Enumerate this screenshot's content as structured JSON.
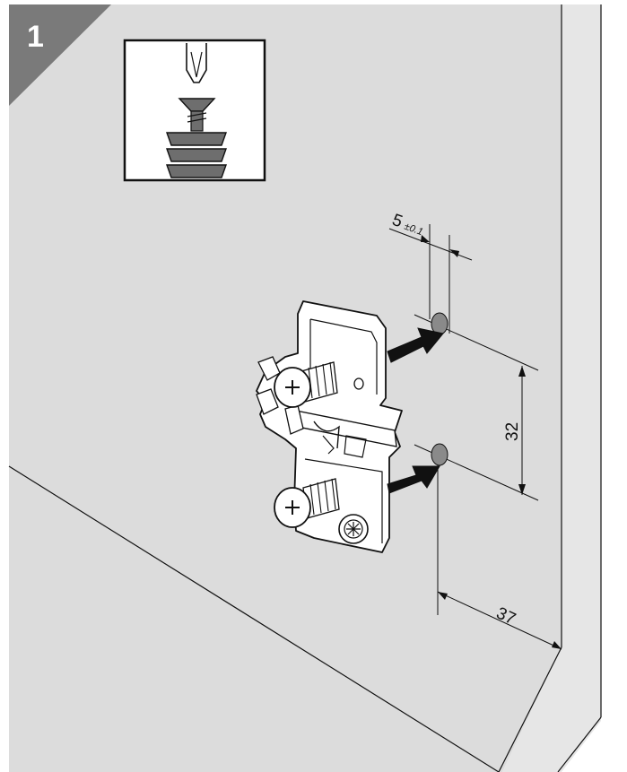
{
  "step": {
    "number": "1"
  },
  "dimensions": {
    "hole_offset": "5",
    "hole_offset_tolerance": "±0.1",
    "hole_spacing": "32",
    "edge_distance": "37"
  },
  "colors": {
    "wall": "#dcdcdc",
    "wall_side": "#e9e9e9",
    "badge": "#7a7a7a",
    "line": "#111111",
    "metal": "#ffffff",
    "dowel": "#6e6e6e"
  },
  "icons": {
    "inset": "screwdriver-dowel-icon",
    "arrows": "insert-arrow-icon",
    "hinge": "mounting-plate-icon"
  }
}
